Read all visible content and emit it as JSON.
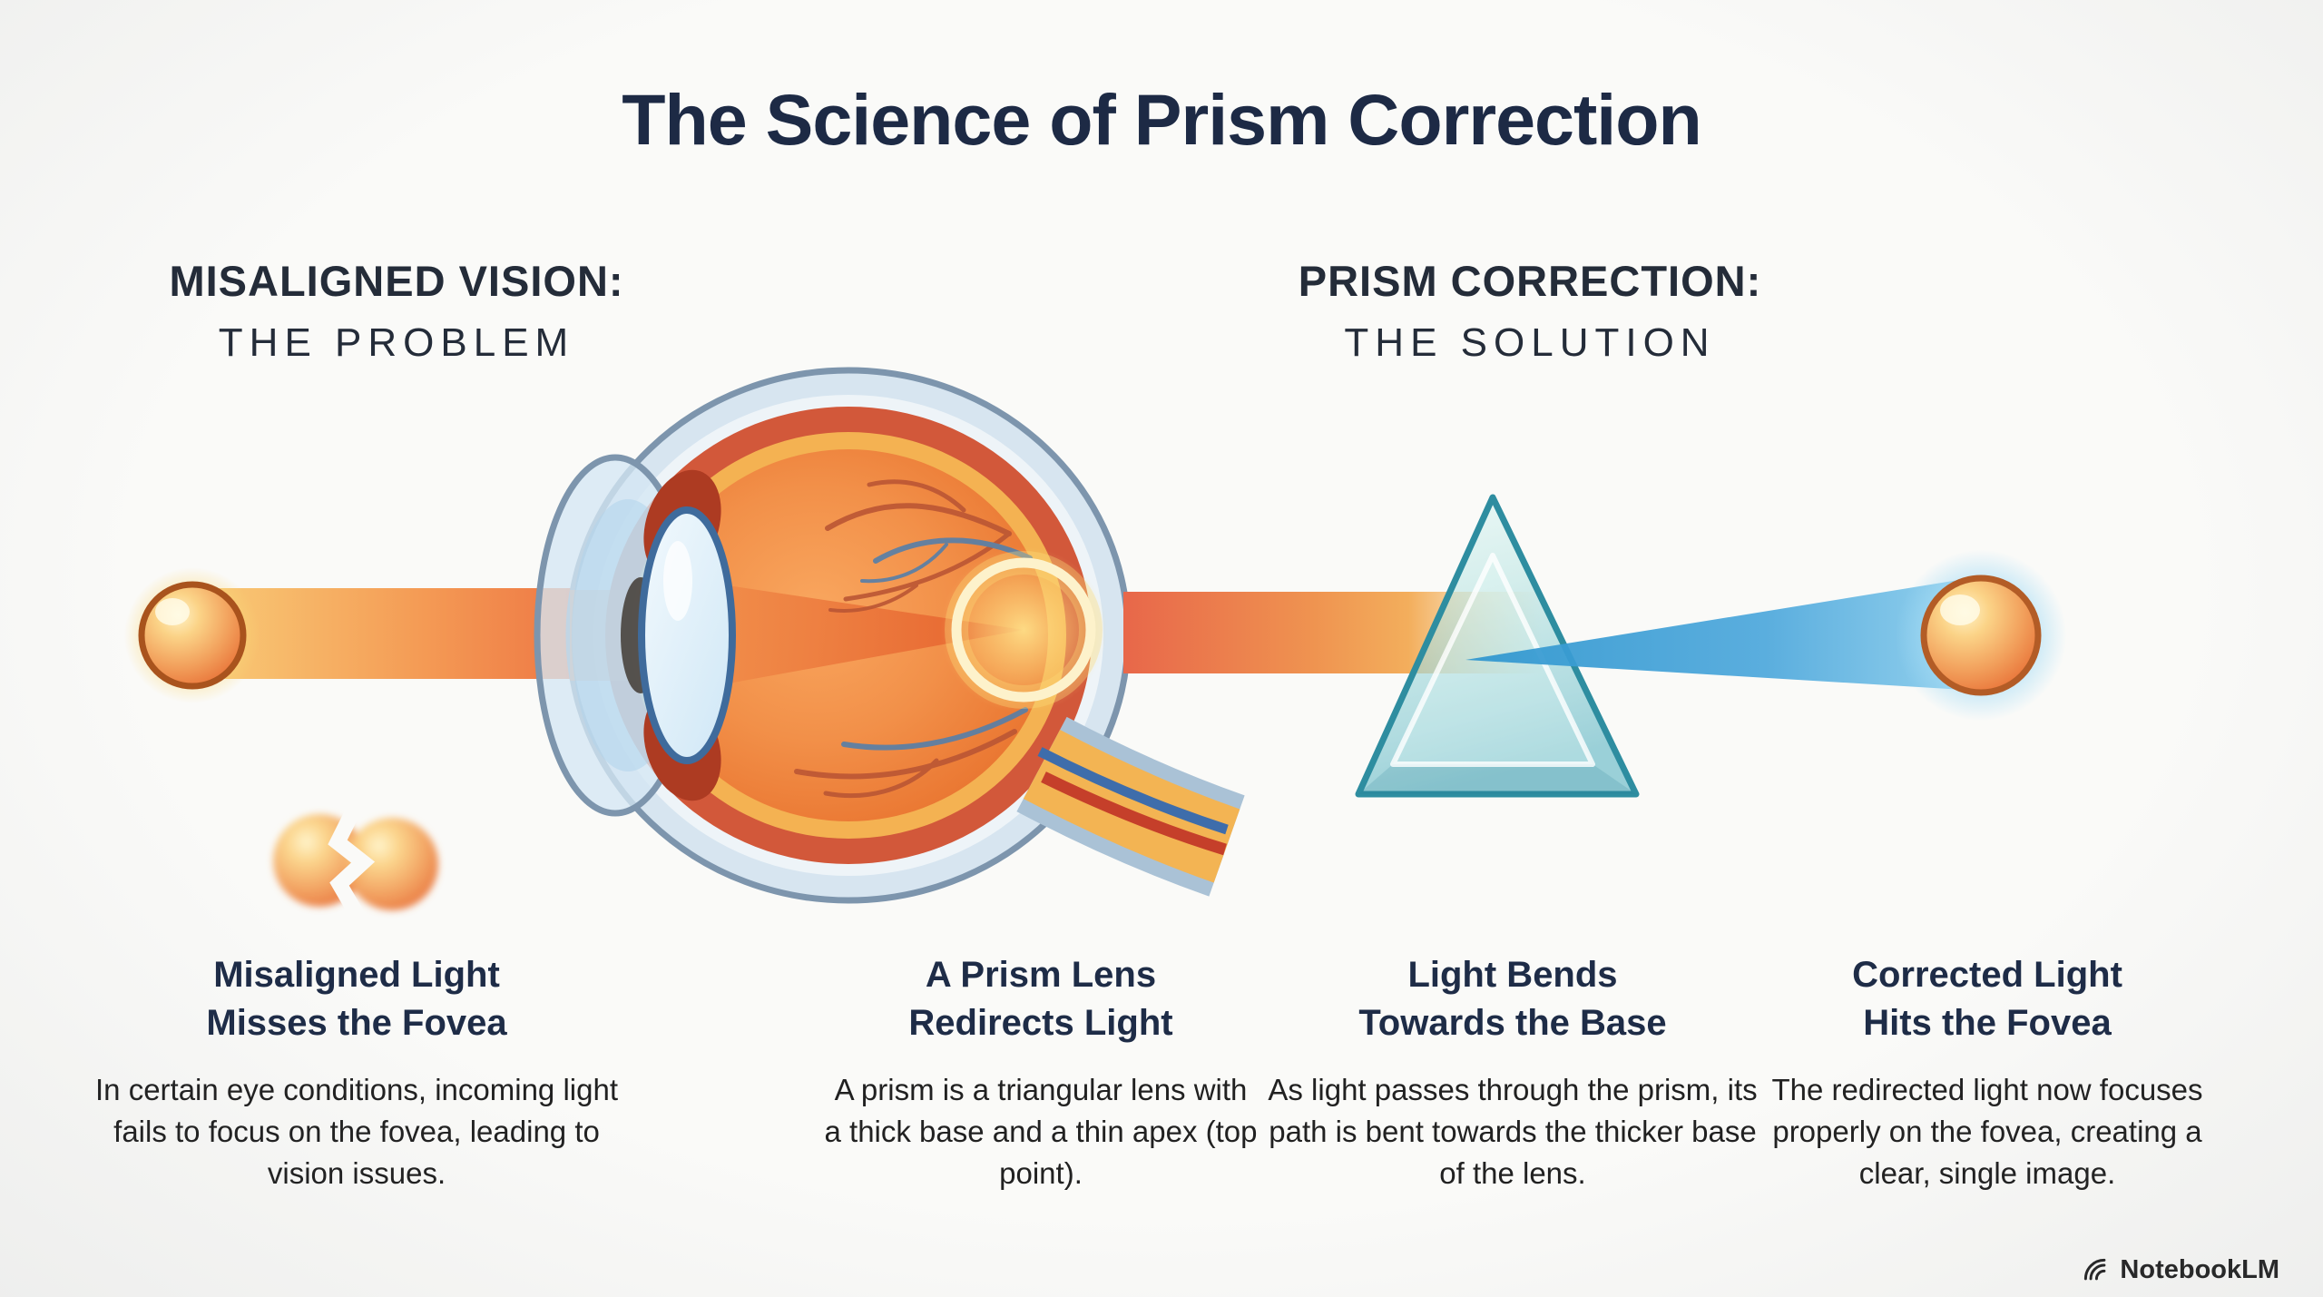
{
  "title": "The Science of Prism Correction",
  "sections": {
    "problem": {
      "line1": "MISALIGNED VISION:",
      "line2": "THE PROBLEM"
    },
    "solution": {
      "line1": "PRISM CORRECTION:",
      "line2": "THE SOLUTION"
    }
  },
  "captions": [
    {
      "heading_line1": "Misaligned Light",
      "heading_line2": "Misses the Fovea",
      "body": "In certain eye conditions, incoming light fails to focus on the fovea, leading to vision issues."
    },
    {
      "heading_line1": "A Prism Lens",
      "heading_line2": "Redirects Light",
      "body": "A prism is a triangular lens with a thick base and a thin apex (top point)."
    },
    {
      "heading_line1": "Light Bends",
      "heading_line2": "Towards the Base",
      "body": "As light passes through the prism, its path is bent towards the thicker base of the lens."
    },
    {
      "heading_line1": "Corrected Light",
      "heading_line2": "Hits the Fovea",
      "body": "The redirected light now focuses properly on the fovea, creating a clear, single image."
    }
  ],
  "watermark": {
    "brand": "NotebookLM"
  },
  "icons": {
    "notebooklm_logo": "radiating-arcs-icon",
    "broken_ball": "split-light-ball-icon"
  },
  "colors": {
    "background": "#fafaf8",
    "title_navy": "#1d2a45",
    "header_dark": "#242c39",
    "body_text": "#212121",
    "beam_yellow": "#f9cf79",
    "beam_orange_red": "#e8674a",
    "beam_blue": "#3c9bd3",
    "prism_teal": "#5fb6c4",
    "prism_edge": "#2e8da0",
    "eye_sclera_blue": "#d7e5f0",
    "eye_choroid_red": "#d2583a",
    "eye_ring_yellow": "#f4b252",
    "eye_vitreous_orange": "#ef8a45",
    "fovea_ring": "#fdf2cb",
    "light_ball_orange": "#f2a05c",
    "glow_yellow": "#fad878",
    "glow_blue": "#a5dcf5"
  }
}
